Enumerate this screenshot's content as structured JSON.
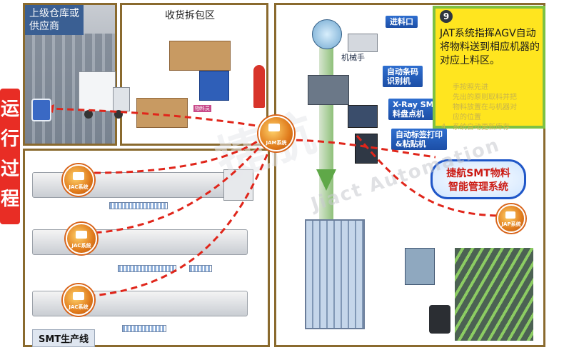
{
  "panels": {
    "supplier": {
      "label": "上级仓库或\n供应商"
    },
    "receiving": {
      "label": "收货拆包区"
    },
    "smt_line": {
      "label": "SMT生产线"
    }
  },
  "process_label": "运行过程",
  "jam_node": {
    "label": "JAM系统"
  },
  "jac_nodes": [
    {
      "label": "JAC系统"
    },
    {
      "label": "JAC系统"
    },
    {
      "label": "JAC系统"
    }
  ],
  "jap_node": {
    "label": "JAP系统"
  },
  "material_worker": {
    "label": "物料员"
  },
  "equipment_labels": {
    "feed_port": "进料口",
    "robot_arm": "机械手",
    "barcode_reader": "自动条码\n识别机",
    "xray_counter": "X-Ray SMT\n料盘点机",
    "label_printer": "自动标签打印\n&粘贴机"
  },
  "step": {
    "number": "9",
    "text": "JAT系统指挥AGV自动将物料送到相应机器的对应上料区。",
    "ghost_text": "手按照先进\n先出的原则取料并把\n物料放置在与机器对\n应的位置\n系统自动更新库存",
    "ghost_number": "4"
  },
  "smart_system": {
    "title": "捷航SMT物料\n智能管理系统"
  },
  "watermark": {
    "line1": "捷航",
    "line2": "Jiact Automation"
  },
  "colors": {
    "frame": "#8a6a2e",
    "route": "#e0261b",
    "step_border": "#7dc143",
    "step_bg": "#ffe51f",
    "node": "#e07b1c",
    "label_blue": "#1c4ea6"
  }
}
